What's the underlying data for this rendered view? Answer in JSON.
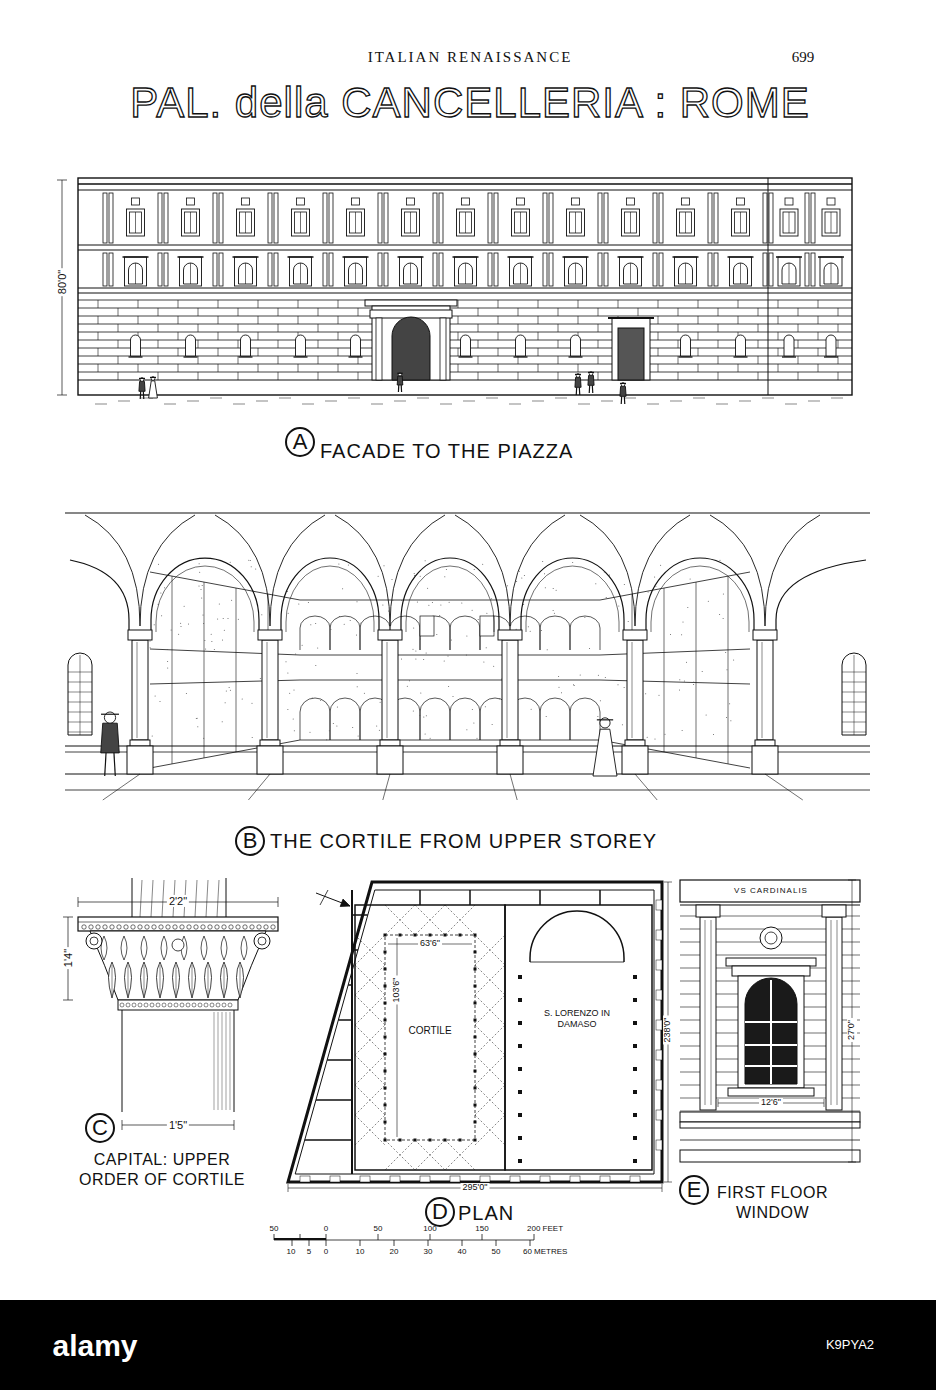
{
  "diagram": {
    "title": "PAL. della CANCELLERIA : ROME",
    "nodes": [
      {
        "text": [
          "A"
        ]
      },
      {
        "text": [
          "B"
        ]
      },
      {
        "text": [
          "C"
        ]
      },
      {
        "text": [
          "D"
        ]
      },
      {
        "text": [
          "E"
        ]
      }
    ],
    "labels": [
      "ITALIAN RENAISSANCE",
      "699",
      "80'0\"",
      "FACADE TO THE PIAZZA",
      "THE CORTILE FROM UPPER STOREY",
      "2'2\"",
      "1'4\"",
      "1'5\"",
      "CAPITAL: UPPER ORDER OF CORTILE",
      "63'6\"",
      "103'6\"",
      "CORTILE",
      "S. LORENZO IN DAMASO",
      "238'0\"",
      "295'0\"",
      "PLAN",
      "50",
      "0",
      "50",
      "100",
      "150",
      "200 FEET",
      "10",
      "5",
      "0",
      "10",
      "20",
      "30",
      "40",
      "50",
      "60 METRES",
      "VS CARDINALIS",
      "27'0\"",
      "12'6\"",
      "FIRST FLOOR WINDOW",
      "alamy",
      "K9PYA2"
    ]
  }
}
